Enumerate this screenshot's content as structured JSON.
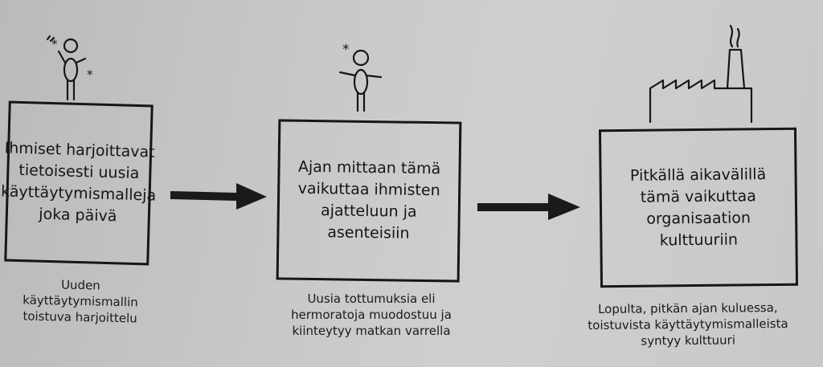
{
  "steps": [
    {
      "box_text": "Ihmiset harjoittavat\ntietoisesti uusia\nkäyttäytymismalleja\njoka päivä",
      "caption": "Uuden käyttäytymismallin\ntoistuva harjoittelu"
    },
    {
      "box_text": "Ajan mittaan tämä\nvaikuttaa ihmisten\najatteluun ja\nasenteisiin",
      "caption": "Uusia tottumuksia eli\nhermoratoja muodostuu ja\nkiinteytyy matkan varrella"
    },
    {
      "box_text": "Pitkällä aikavälillä\ntämä vaikuttaa\norganisaation\nkulttuuriin",
      "caption": "Lopulta, pitkän ajan kuluessa,\ntoistuvista käyttäytymismalleista\nsyntyy kulttuuri"
    }
  ],
  "icons": [
    "person-thinking-icon",
    "person-icon",
    "factory-icon",
    "arrow-right-icon"
  ],
  "colors": {
    "ink": "#161616",
    "paper": "#c8c9c7"
  }
}
